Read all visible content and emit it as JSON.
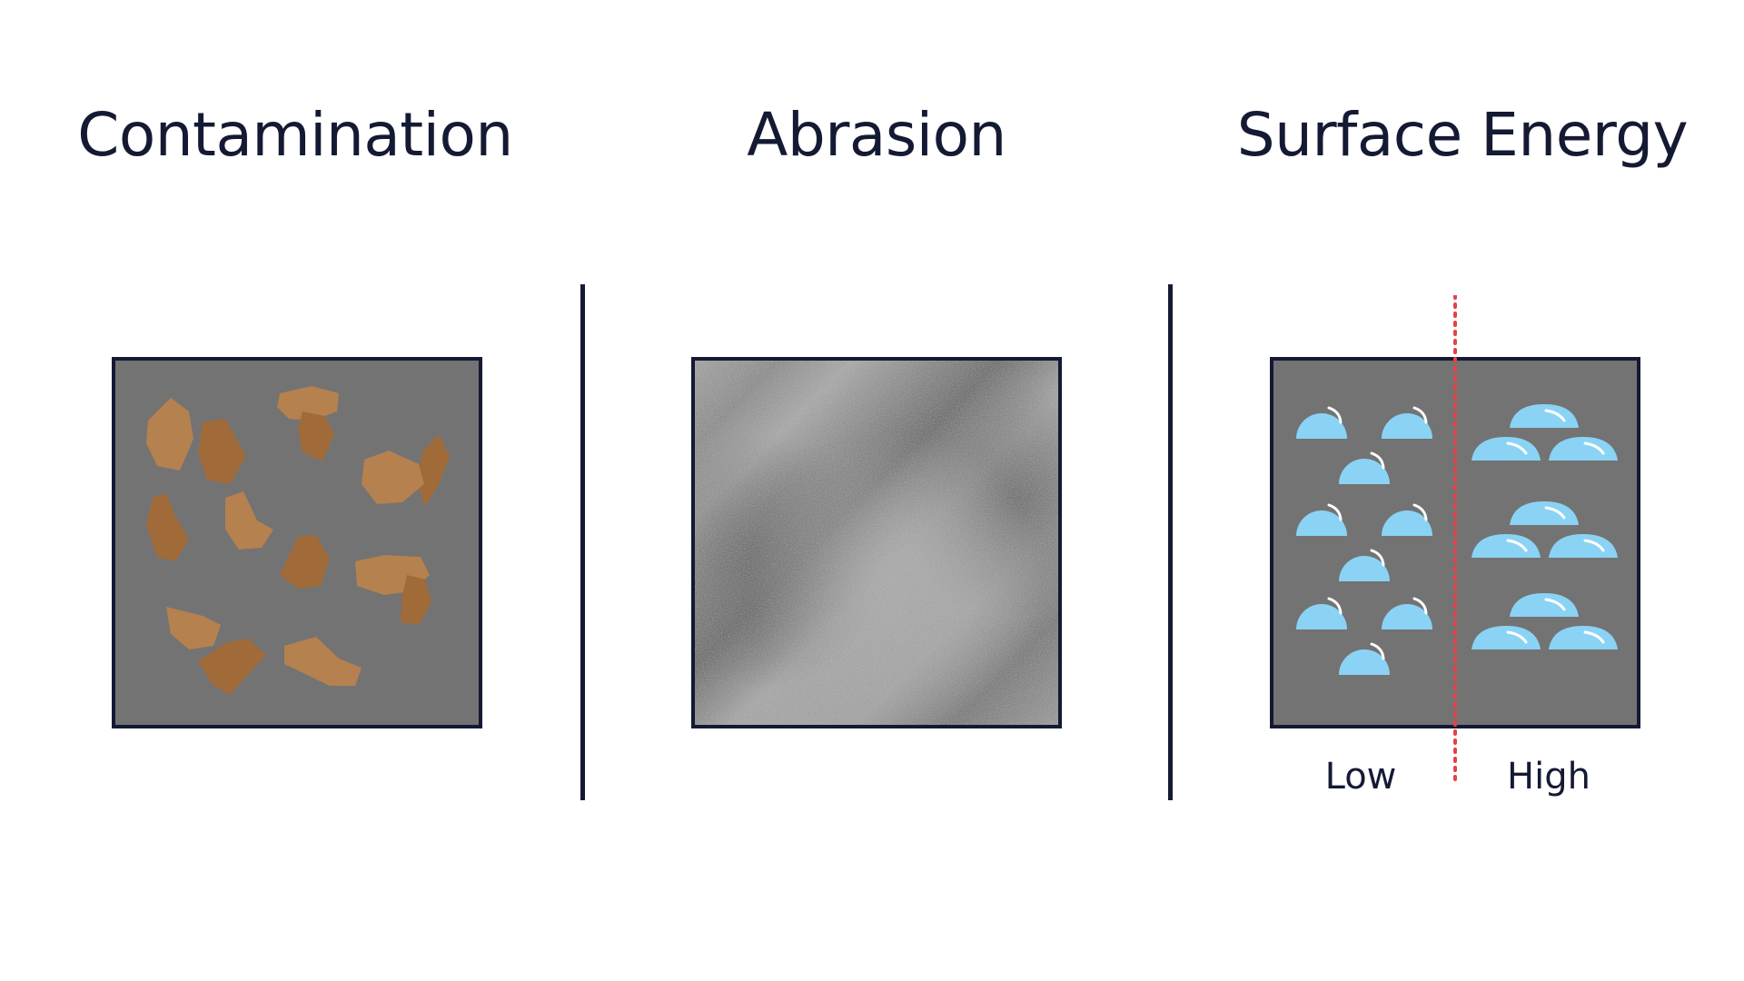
{
  "panels": [
    {
      "title": "Contamination"
    },
    {
      "title": "Abrasion"
    },
    {
      "title": "Surface Energy"
    }
  ],
  "surface_energy": {
    "low_label": "Low",
    "high_label": "High"
  },
  "colors": {
    "text": "#141a33",
    "sample_fill": "#737373",
    "sample_border": "#141a33",
    "contaminant_light": "#b5814f",
    "contaminant_dark": "#a16a39",
    "droplet": "#8ad3f5",
    "droplet_highlight": "#ffffff",
    "divider_dotted": "#e5404a"
  }
}
